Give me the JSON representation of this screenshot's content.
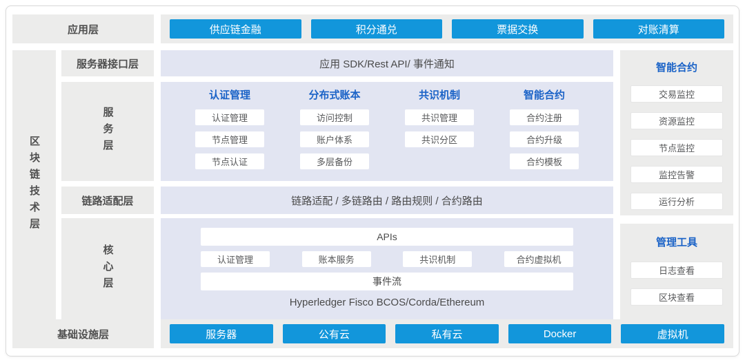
{
  "colors": {
    "accent_blue": "#1296db",
    "title_blue": "#1b63c7",
    "lavender_bg": "#e2e5f2",
    "panel_grey": "#ececeb",
    "text_dark": "#4d4d4d"
  },
  "app_layer": {
    "label": "应用层",
    "buttons": [
      "供应链金融",
      "积分通兑",
      "票据交换",
      "对账清算"
    ]
  },
  "tech_layer": {
    "label": "区块链技术层"
  },
  "interface_layer": {
    "label": "服务器接口层",
    "content": "应用 SDK/Rest API/ 事件通知"
  },
  "service_layer": {
    "label": "服务层",
    "columns": [
      {
        "title": "认证管理",
        "items": [
          "认证管理",
          "节点管理",
          "节点认证"
        ]
      },
      {
        "title": "分布式账本",
        "items": [
          "访问控制",
          "账户体系",
          "多层备份"
        ]
      },
      {
        "title": "共识机制",
        "items": [
          "共识管理",
          "共识分区"
        ]
      },
      {
        "title": "智能合约",
        "items": [
          "合约注册",
          "合约升级",
          "合约模板"
        ]
      }
    ]
  },
  "link_layer": {
    "label": "链路适配层",
    "content": "链路适配 / 多链路由 / 路由规则 / 合约路由"
  },
  "core_layer": {
    "label": "核心层",
    "api_bar": "APIs",
    "modules": [
      "认证管理",
      "账本服务",
      "共识机制",
      "合约虚拟机"
    ],
    "event_bar": "事件流",
    "platforms": "Hyperledger Fisco BCOS/Corda/Ethereum"
  },
  "smart_contract_panel": {
    "title": "智能合约",
    "items": [
      "交易监控",
      "资源监控",
      "节点监控",
      "监控告警",
      "运行分析"
    ]
  },
  "management_panel": {
    "title": "管理工具",
    "items": [
      "日志查看",
      "区块查看"
    ]
  },
  "infrastructure_layer": {
    "label": "基础设施层",
    "buttons": [
      "服务器",
      "公有云",
      "私有云",
      "Docker",
      "虚拟机"
    ]
  }
}
